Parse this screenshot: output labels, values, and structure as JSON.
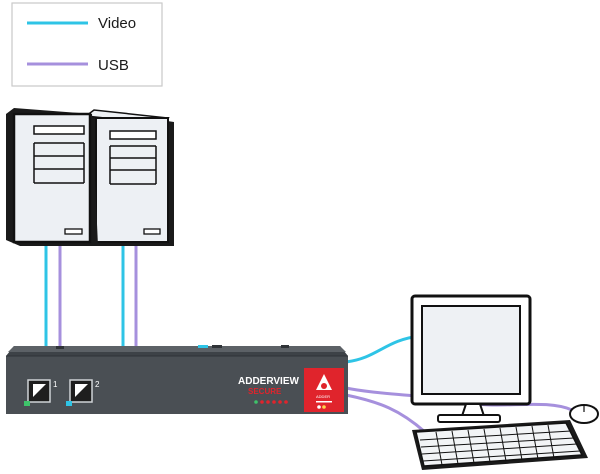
{
  "legend": {
    "video_label": "Video",
    "usb_label": "USB"
  },
  "colors": {
    "video": "#2ec4e6",
    "usb": "#a690dd",
    "switch_body": "#4a4f54",
    "accent_red": "#e0242c"
  },
  "switch": {
    "brand": "ADDERVIEW",
    "model": "SECURE",
    "port_1": "1",
    "port_2": "2",
    "logo": "ADDER"
  },
  "icons": [
    "pc-tower-icon",
    "monitor-icon",
    "keyboard-icon",
    "mouse-icon",
    "kvm-switch-icon",
    "adder-logo-icon"
  ]
}
